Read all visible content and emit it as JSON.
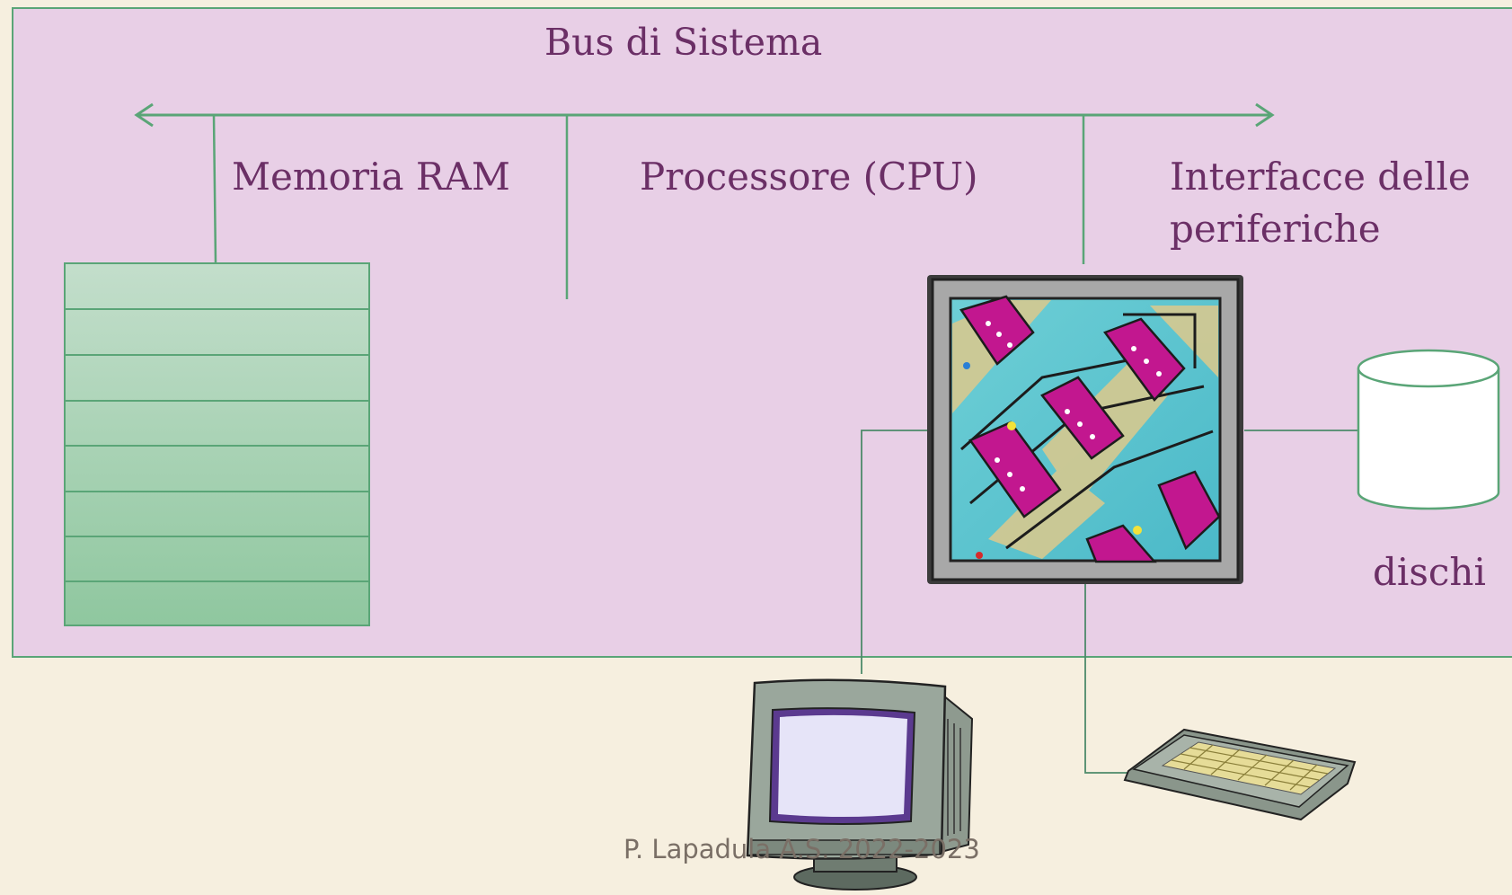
{
  "diagram": {
    "bus_label": "Bus di Sistema",
    "ram_label": "Memoria RAM",
    "cpu_label": "Processore (CPU)",
    "interfaces_label_line1": "Interfacce delle",
    "interfaces_label_line2": "periferiche",
    "disks_label": "dischi"
  },
  "footer": {
    "text": "P. Lapadula A.S. 2022-2023"
  },
  "colors": {
    "panel_bg": "#e8cfe6",
    "page_bg": "#f6efdf",
    "line_green": "#5aa577",
    "label_purple": "#6b2f66"
  }
}
